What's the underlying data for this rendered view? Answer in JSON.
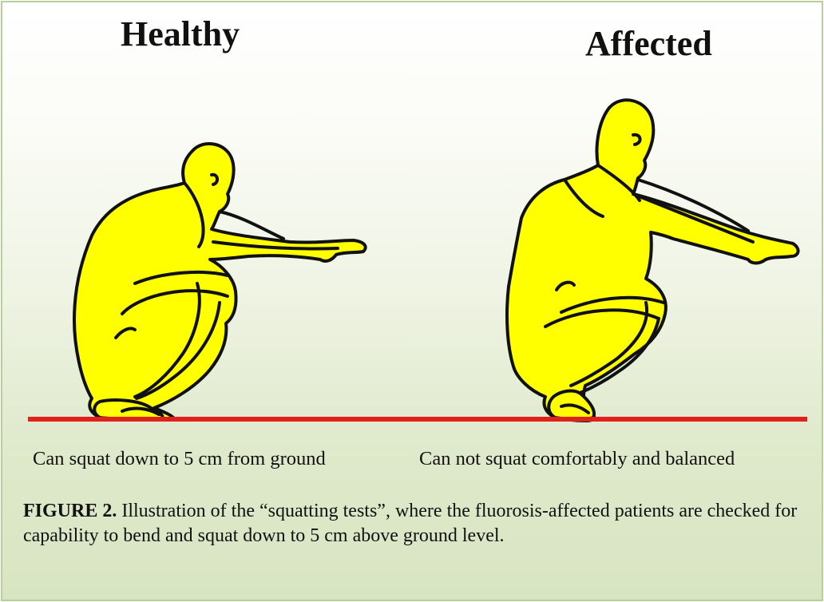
{
  "panels": {
    "healthy": {
      "title": "Healthy",
      "caption": "Can squat down to 5 cm from ground"
    },
    "affected": {
      "title": "Affected",
      "caption": "Can not squat comfortably and balanced"
    }
  },
  "figure": {
    "label": "FIGURE  2.",
    "text": " Illustration of the “squatting tests”, where the fluorosis-affected patients are checked for capability to bend and squat down to 5 cm above ground level."
  },
  "colors": {
    "figure_fill": "#ffff00",
    "outline": "#111111",
    "ground_line": "#e0201c",
    "border": "#b9cf9a"
  },
  "icons": [
    "squatting-person-healthy",
    "squatting-person-affected",
    "ground-line"
  ]
}
